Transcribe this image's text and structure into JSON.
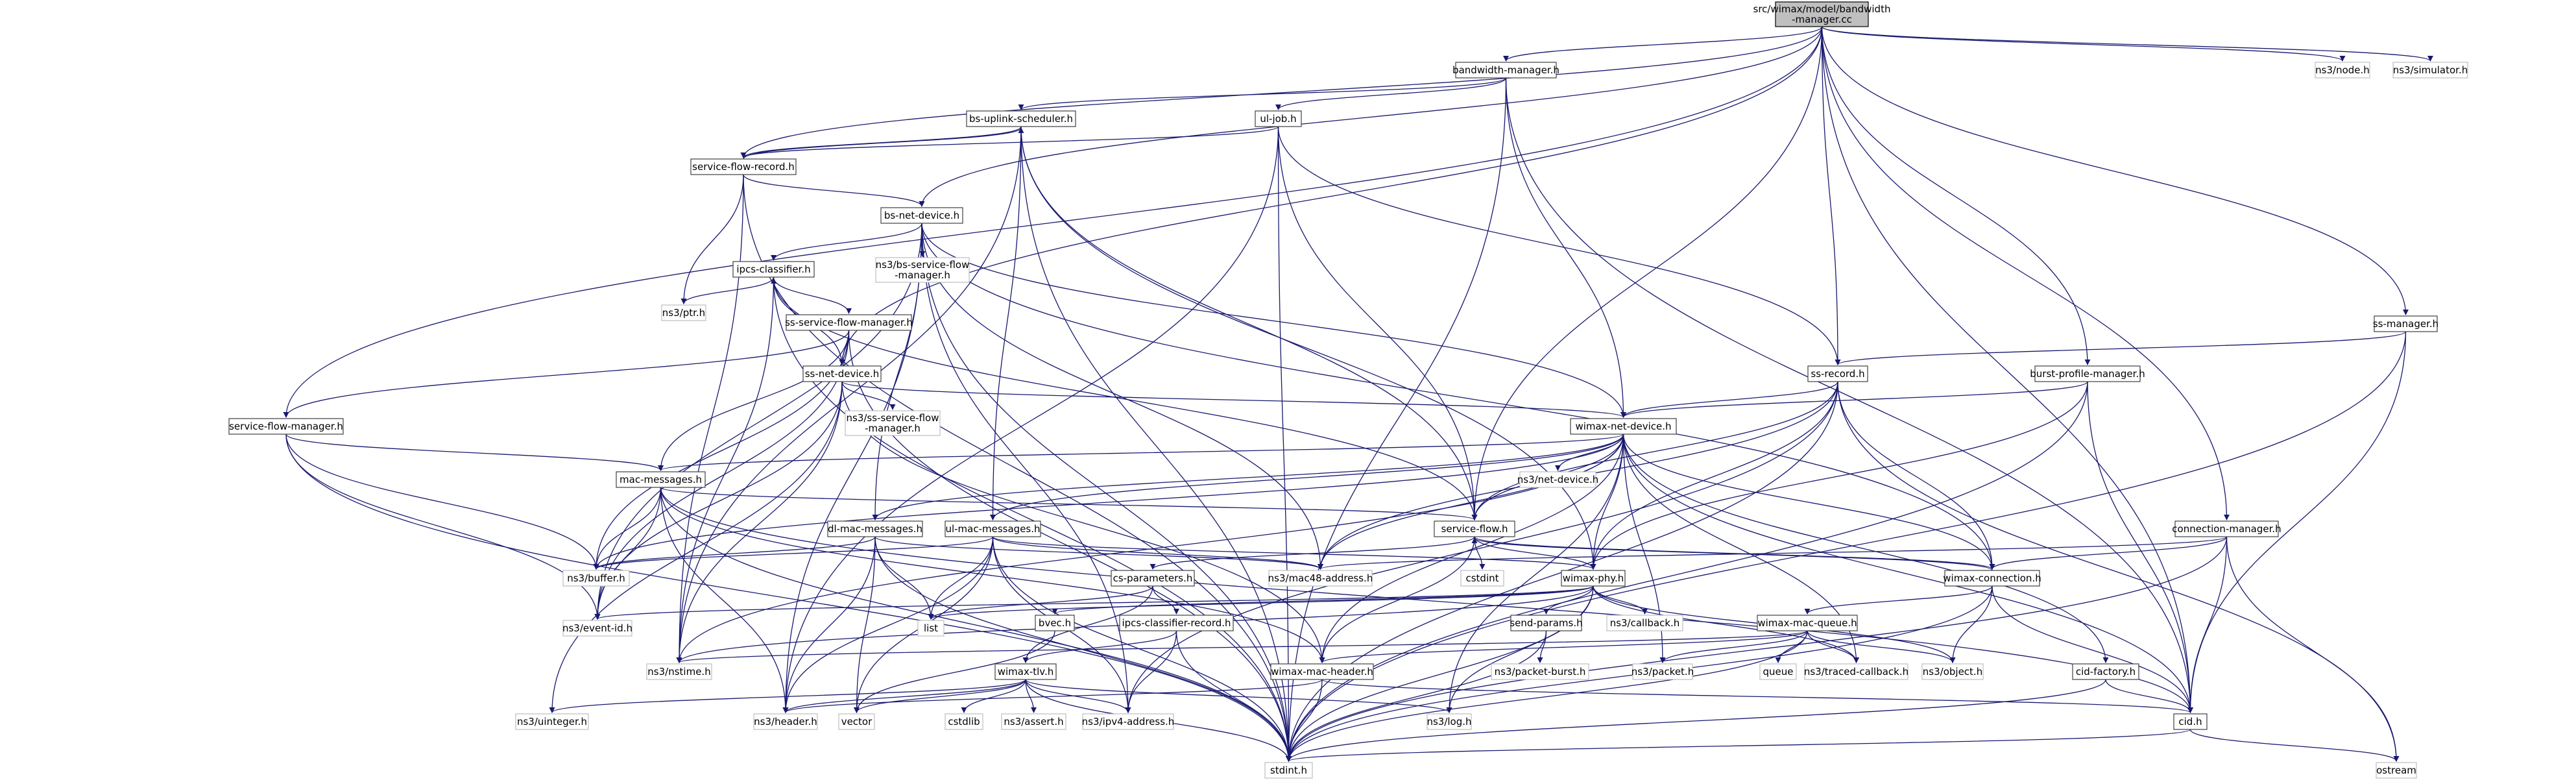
{
  "graph": {
    "colors": {
      "edge": "#191970",
      "node_border": "#404040",
      "external_border": "#bfbfbf",
      "root_fill": "#bfbfbf",
      "background": "#ffffff"
    },
    "nodes": [
      {
        "id": "root",
        "label": [
          "src/wimax/model/bandwidth",
          "-manager.cc"
        ],
        "kind": "root"
      },
      {
        "id": "bwm_h",
        "label": [
          "bandwidth-manager.h"
        ],
        "kind": "std"
      },
      {
        "id": "node_h",
        "label": [
          "ns3/node.h"
        ],
        "kind": "ext"
      },
      {
        "id": "sim_h",
        "label": [
          "ns3/simulator.h"
        ],
        "kind": "ext"
      },
      {
        "id": "bsus_h",
        "label": [
          "bs-uplink-scheduler.h"
        ],
        "kind": "std"
      },
      {
        "id": "uljob_h",
        "label": [
          "ul-job.h"
        ],
        "kind": "std"
      },
      {
        "id": "sfr_h",
        "label": [
          "service-flow-record.h"
        ],
        "kind": "std"
      },
      {
        "id": "bsnd_h",
        "label": [
          "bs-net-device.h"
        ],
        "kind": "std"
      },
      {
        "id": "ipcsc_h",
        "label": [
          "ipcs-classifier.h"
        ],
        "kind": "std"
      },
      {
        "id": "bssfm_h",
        "label": [
          "ns3/bs-service-flow",
          "-manager.h"
        ],
        "kind": "ext"
      },
      {
        "id": "ptr_h",
        "label": [
          "ns3/ptr.h"
        ],
        "kind": "ext"
      },
      {
        "id": "sssfm_h",
        "label": [
          "ss-service-flow-manager.h"
        ],
        "kind": "std"
      },
      {
        "id": "ssnd_h",
        "label": [
          "ss-net-device.h"
        ],
        "kind": "std"
      },
      {
        "id": "nsssfm_h",
        "label": [
          "ns3/ss-service-flow",
          "-manager.h"
        ],
        "kind": "ext"
      },
      {
        "id": "sfm_h",
        "label": [
          "service-flow-manager.h"
        ],
        "kind": "std"
      },
      {
        "id": "ssm_h",
        "label": [
          "ss-manager.h"
        ],
        "kind": "std"
      },
      {
        "id": "ssrec_h",
        "label": [
          "ss-record.h"
        ],
        "kind": "std"
      },
      {
        "id": "bpm_h",
        "label": [
          "burst-profile-manager.h"
        ],
        "kind": "std"
      },
      {
        "id": "wnd_h",
        "label": [
          "wimax-net-device.h"
        ],
        "kind": "std"
      },
      {
        "id": "netdev_h",
        "label": [
          "ns3/net-device.h"
        ],
        "kind": "ext"
      },
      {
        "id": "macmsg_h",
        "label": [
          "mac-messages.h"
        ],
        "kind": "std"
      },
      {
        "id": "dlmac_h",
        "label": [
          "dl-mac-messages.h"
        ],
        "kind": "std"
      },
      {
        "id": "ulmac_h",
        "label": [
          "ul-mac-messages.h"
        ],
        "kind": "std"
      },
      {
        "id": "sflow_h",
        "label": [
          "service-flow.h"
        ],
        "kind": "std"
      },
      {
        "id": "cm_h",
        "label": [
          "connection-manager.h"
        ],
        "kind": "std"
      },
      {
        "id": "buffer_h",
        "label": [
          "ns3/buffer.h"
        ],
        "kind": "ext"
      },
      {
        "id": "mac48_h",
        "label": [
          "ns3/mac48-address.h"
        ],
        "kind": "ext"
      },
      {
        "id": "wconn_h",
        "label": [
          "wimax-connection.h"
        ],
        "kind": "std"
      },
      {
        "id": "cstdint",
        "label": [
          "cstdint"
        ],
        "kind": "ext"
      },
      {
        "id": "csparam_h",
        "label": [
          "cs-parameters.h"
        ],
        "kind": "std"
      },
      {
        "id": "wphy_h",
        "label": [
          "wimax-phy.h"
        ],
        "kind": "std"
      },
      {
        "id": "evid_h",
        "label": [
          "ns3/event-id.h"
        ],
        "kind": "ext"
      },
      {
        "id": "list",
        "label": [
          "list"
        ],
        "kind": "ext"
      },
      {
        "id": "bvec_h",
        "label": [
          "bvec.h"
        ],
        "kind": "std"
      },
      {
        "id": "sendp_h",
        "label": [
          "send-params.h"
        ],
        "kind": "std"
      },
      {
        "id": "callback_h",
        "label": [
          "ns3/callback.h"
        ],
        "kind": "ext"
      },
      {
        "id": "wmq_h",
        "label": [
          "wimax-mac-queue.h"
        ],
        "kind": "std"
      },
      {
        "id": "nstime_h",
        "label": [
          "ns3/nstime.h"
        ],
        "kind": "ext"
      },
      {
        "id": "ipcscr_h",
        "label": [
          "ipcs-classifier-record.h"
        ],
        "kind": "std"
      },
      {
        "id": "pburst_h",
        "label": [
          "ns3/packet-burst.h"
        ],
        "kind": "ext"
      },
      {
        "id": "wmh_h",
        "label": [
          "wimax-mac-header.h"
        ],
        "kind": "std"
      },
      {
        "id": "packet_h",
        "label": [
          "ns3/packet.h"
        ],
        "kind": "ext"
      },
      {
        "id": "queue",
        "label": [
          "queue"
        ],
        "kind": "ext"
      },
      {
        "id": "tcb_h",
        "label": [
          "ns3/traced-callback.h"
        ],
        "kind": "ext"
      },
      {
        "id": "object_h",
        "label": [
          "ns3/object.h"
        ],
        "kind": "ext"
      },
      {
        "id": "cidf_h",
        "label": [
          "cid-factory.h"
        ],
        "kind": "std"
      },
      {
        "id": "wtlv_h",
        "label": [
          "wimax-tlv.h"
        ],
        "kind": "std"
      },
      {
        "id": "uint_h",
        "label": [
          "ns3/uinteger.h"
        ],
        "kind": "ext"
      },
      {
        "id": "header_h",
        "label": [
          "ns3/header.h"
        ],
        "kind": "ext"
      },
      {
        "id": "vector",
        "label": [
          "vector"
        ],
        "kind": "ext"
      },
      {
        "id": "cstdlib",
        "label": [
          "cstdlib"
        ],
        "kind": "ext"
      },
      {
        "id": "assert_h",
        "label": [
          "ns3/assert.h"
        ],
        "kind": "ext"
      },
      {
        "id": "ipv4_h",
        "label": [
          "ns3/ipv4-address.h"
        ],
        "kind": "ext"
      },
      {
        "id": "log_h",
        "label": [
          "ns3/log.h"
        ],
        "kind": "ext"
      },
      {
        "id": "cid_h",
        "label": [
          "cid.h"
        ],
        "kind": "std"
      },
      {
        "id": "stdint_h",
        "label": [
          "stdint.h"
        ],
        "kind": "ext"
      },
      {
        "id": "ostream",
        "label": [
          "ostream"
        ],
        "kind": "ext"
      }
    ],
    "edges": [
      [
        "root",
        "bwm_h"
      ],
      [
        "root",
        "node_h"
      ],
      [
        "root",
        "sim_h"
      ],
      [
        "root",
        "sfr_h"
      ],
      [
        "root",
        "bsnd_h"
      ],
      [
        "root",
        "ssnd_h"
      ],
      [
        "root",
        "sfm_h"
      ],
      [
        "root",
        "ssm_h"
      ],
      [
        "root",
        "ssrec_h"
      ],
      [
        "root",
        "bpm_h"
      ],
      [
        "root",
        "cm_h"
      ],
      [
        "root",
        "sflow_h"
      ],
      [
        "root",
        "cid_h"
      ],
      [
        "bwm_h",
        "bsus_h"
      ],
      [
        "bwm_h",
        "uljob_h"
      ],
      [
        "bwm_h",
        "wnd_h"
      ],
      [
        "bwm_h",
        "cid_h"
      ],
      [
        "bwm_h",
        "stdint_h"
      ],
      [
        "bsus_h",
        "sfr_h"
      ],
      [
        "bsus_h",
        "ulmac_h"
      ],
      [
        "bsus_h",
        "sflow_h"
      ],
      [
        "bsus_h",
        "wphy_h"
      ],
      [
        "bsus_h",
        "stdint_h"
      ],
      [
        "bsus_h",
        "nstime_h"
      ],
      [
        "uljob_h",
        "sfr_h"
      ],
      [
        "uljob_h",
        "ssrec_h"
      ],
      [
        "uljob_h",
        "sflow_h"
      ],
      [
        "uljob_h",
        "stdint_h"
      ],
      [
        "uljob_h",
        "header_h"
      ],
      [
        "sfr_h",
        "bsus_h"
      ],
      [
        "sfr_h",
        "bsnd_h"
      ],
      [
        "sfr_h",
        "ptr_h"
      ],
      [
        "sfr_h",
        "nstime_h"
      ],
      [
        "sfr_h",
        "stdint_h"
      ],
      [
        "bsnd_h",
        "ipcsc_h"
      ],
      [
        "bsnd_h",
        "bssfm_h"
      ],
      [
        "bsnd_h",
        "wnd_h"
      ],
      [
        "bsnd_h",
        "dlmac_h"
      ],
      [
        "bsnd_h",
        "ipv4_h"
      ],
      [
        "bsnd_h",
        "mac48_h"
      ],
      [
        "bsnd_h",
        "evid_h"
      ],
      [
        "bsnd_h",
        "wconn_h"
      ],
      [
        "bsnd_h",
        "stdint_h"
      ],
      [
        "bsnd_h",
        "header_h"
      ],
      [
        "ipcsc_h",
        "sssfm_h"
      ],
      [
        "ipcsc_h",
        "ptr_h"
      ],
      [
        "ipcsc_h",
        "sflow_h"
      ],
      [
        "ipcsc_h",
        "nstime_h"
      ],
      [
        "ipcsc_h",
        "stdint_h"
      ],
      [
        "sssfm_h",
        "ssnd_h"
      ],
      [
        "sssfm_h",
        "sfm_h"
      ],
      [
        "sssfm_h",
        "macmsg_h"
      ],
      [
        "sssfm_h",
        "buffer_h"
      ],
      [
        "sssfm_h",
        "evid_h"
      ],
      [
        "sssfm_h",
        "stdint_h"
      ],
      [
        "ssnd_h",
        "ipcsc_h"
      ],
      [
        "ssnd_h",
        "nsssfm_h"
      ],
      [
        "ssnd_h",
        "wnd_h"
      ],
      [
        "ssnd_h",
        "evid_h"
      ],
      [
        "ssnd_h",
        "nstime_h"
      ],
      [
        "ssnd_h",
        "uint_h"
      ],
      [
        "ssnd_h",
        "wmh_h"
      ],
      [
        "sfm_h",
        "macmsg_h"
      ],
      [
        "sfm_h",
        "evid_h"
      ],
      [
        "sfm_h",
        "buffer_h"
      ],
      [
        "sfm_h",
        "stdint_h"
      ],
      [
        "ssm_h",
        "ssrec_h"
      ],
      [
        "ssm_h",
        "cid_h"
      ],
      [
        "ssm_h",
        "stdint_h"
      ],
      [
        "ssrec_h",
        "wnd_h"
      ],
      [
        "ssrec_h",
        "wconn_h"
      ],
      [
        "ssrec_h",
        "sflow_h"
      ],
      [
        "ssrec_h",
        "mac48_h"
      ],
      [
        "ssrec_h",
        "wphy_h"
      ],
      [
        "ssrec_h",
        "ostream"
      ],
      [
        "ssrec_h",
        "stdint_h"
      ],
      [
        "ssrec_h",
        "ipv4_h"
      ],
      [
        "bpm_h",
        "wnd_h"
      ],
      [
        "bpm_h",
        "cid_h"
      ],
      [
        "bpm_h",
        "stdint_h"
      ],
      [
        "bpm_h",
        "wphy_h"
      ],
      [
        "wnd_h",
        "netdev_h"
      ],
      [
        "wnd_h",
        "macmsg_h"
      ],
      [
        "wnd_h",
        "dlmac_h"
      ],
      [
        "wnd_h",
        "ulmac_h"
      ],
      [
        "wnd_h",
        "sflow_h"
      ],
      [
        "wnd_h",
        "mac48_h"
      ],
      [
        "wnd_h",
        "wconn_h"
      ],
      [
        "wnd_h",
        "wphy_h"
      ],
      [
        "wnd_h",
        "cidf_h"
      ],
      [
        "wnd_h",
        "tcb_h"
      ],
      [
        "wnd_h",
        "packet_h"
      ],
      [
        "wnd_h",
        "nstime_h"
      ],
      [
        "wnd_h",
        "buffer_h"
      ],
      [
        "wnd_h",
        "log_h"
      ],
      [
        "wnd_h",
        "cid_h"
      ],
      [
        "wnd_h",
        "wmh_h"
      ],
      [
        "macmsg_h",
        "sflow_h"
      ],
      [
        "macmsg_h",
        "buffer_h"
      ],
      [
        "macmsg_h",
        "header_h"
      ],
      [
        "macmsg_h",
        "stdint_h"
      ],
      [
        "macmsg_h",
        "evid_h"
      ],
      [
        "macmsg_h",
        "cid_h"
      ],
      [
        "macmsg_h",
        "wmh_h"
      ],
      [
        "dlmac_h",
        "buffer_h"
      ],
      [
        "dlmac_h",
        "mac48_h"
      ],
      [
        "dlmac_h",
        "list"
      ],
      [
        "dlmac_h",
        "header_h"
      ],
      [
        "dlmac_h",
        "vector"
      ],
      [
        "dlmac_h",
        "stdint_h"
      ],
      [
        "ulmac_h",
        "buffer_h"
      ],
      [
        "ulmac_h",
        "mac48_h"
      ],
      [
        "ulmac_h",
        "list"
      ],
      [
        "ulmac_h",
        "header_h"
      ],
      [
        "ulmac_h",
        "vector"
      ],
      [
        "ulmac_h",
        "stdint_h"
      ],
      [
        "ulmac_h",
        "ipv4_h"
      ],
      [
        "ulmac_h",
        "wphy_h"
      ],
      [
        "sflow_h",
        "wconn_h"
      ],
      [
        "sflow_h",
        "csparam_h"
      ],
      [
        "sflow_h",
        "cstdint"
      ],
      [
        "sflow_h",
        "wmh_h"
      ],
      [
        "sflow_h",
        "wphy_h"
      ],
      [
        "cm_h",
        "wconn_h"
      ],
      [
        "cm_h",
        "mac48_h"
      ],
      [
        "cm_h",
        "cid_h"
      ],
      [
        "cm_h",
        "stdint_h"
      ],
      [
        "cm_h",
        "ostream"
      ],
      [
        "wconn_h",
        "sflow_h"
      ],
      [
        "wconn_h",
        "wmq_h"
      ],
      [
        "wconn_h",
        "cid_h"
      ],
      [
        "wconn_h",
        "object_h"
      ],
      [
        "wconn_h",
        "stdint_h"
      ],
      [
        "csparam_h",
        "ipcscr_h"
      ],
      [
        "csparam_h",
        "wtlv_h"
      ],
      [
        "csparam_h",
        "list"
      ],
      [
        "wphy_h",
        "bvec_h"
      ],
      [
        "wphy_h",
        "sendp_h"
      ],
      [
        "wphy_h",
        "callback_h"
      ],
      [
        "wphy_h",
        "evid_h"
      ],
      [
        "wphy_h",
        "list"
      ],
      [
        "wphy_h",
        "nstime_h"
      ],
      [
        "wphy_h",
        "object_h"
      ],
      [
        "wphy_h",
        "log_h"
      ],
      [
        "wphy_h",
        "tcb_h"
      ],
      [
        "wphy_h",
        "stdint_h"
      ],
      [
        "bvec_h",
        "vector"
      ],
      [
        "sendp_h",
        "pburst_h"
      ],
      [
        "sendp_h",
        "stdint_h"
      ],
      [
        "wmq_h",
        "wmh_h"
      ],
      [
        "wmq_h",
        "packet_h"
      ],
      [
        "wmq_h",
        "queue"
      ],
      [
        "wmq_h",
        "tcb_h"
      ],
      [
        "wmq_h",
        "object_h"
      ],
      [
        "wmq_h",
        "nstime_h"
      ],
      [
        "wmq_h",
        "stdint_h"
      ],
      [
        "ipcscr_h",
        "wtlv_h"
      ],
      [
        "ipcscr_h",
        "ipv4_h"
      ],
      [
        "ipcscr_h",
        "stdint_h"
      ],
      [
        "wmh_h",
        "header_h"
      ],
      [
        "wmh_h",
        "cid_h"
      ],
      [
        "wmh_h",
        "stdint_h"
      ],
      [
        "cidf_h",
        "cid_h"
      ],
      [
        "cidf_h",
        "stdint_h"
      ],
      [
        "wtlv_h",
        "uint_h"
      ],
      [
        "wtlv_h",
        "header_h"
      ],
      [
        "wtlv_h",
        "vector"
      ],
      [
        "wtlv_h",
        "cstdlib"
      ],
      [
        "wtlv_h",
        "assert_h"
      ],
      [
        "wtlv_h",
        "ipv4_h"
      ],
      [
        "wtlv_h",
        "log_h"
      ],
      [
        "wtlv_h",
        "stdint_h"
      ],
      [
        "cid_h",
        "stdint_h"
      ],
      [
        "cid_h",
        "ostream"
      ]
    ]
  }
}
